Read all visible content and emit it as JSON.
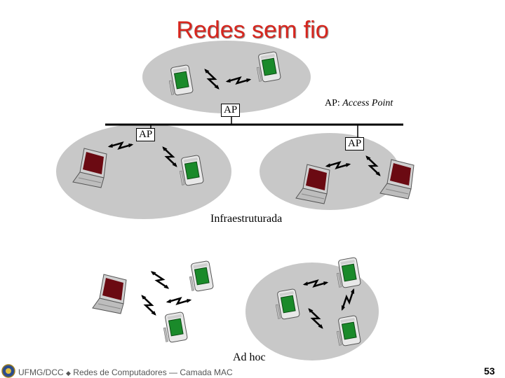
{
  "title": "Redes sem fio",
  "ap_label": "AP",
  "ap_note": {
    "prefix": "AP: ",
    "term": "Access Point"
  },
  "label_infra": "Infraestruturada",
  "label_adhoc": "Ad hoc",
  "footer": {
    "left": "UFMG/DCC",
    "separator": "◆",
    "text": "Redes de Computadores — Camada MAC"
  },
  "page_number": "53",
  "colors": {
    "title": "#d7261e",
    "cell": "#c8c8c8",
    "pda_screen": "#1a8a2a",
    "laptop_screen": "#6b0a12"
  }
}
